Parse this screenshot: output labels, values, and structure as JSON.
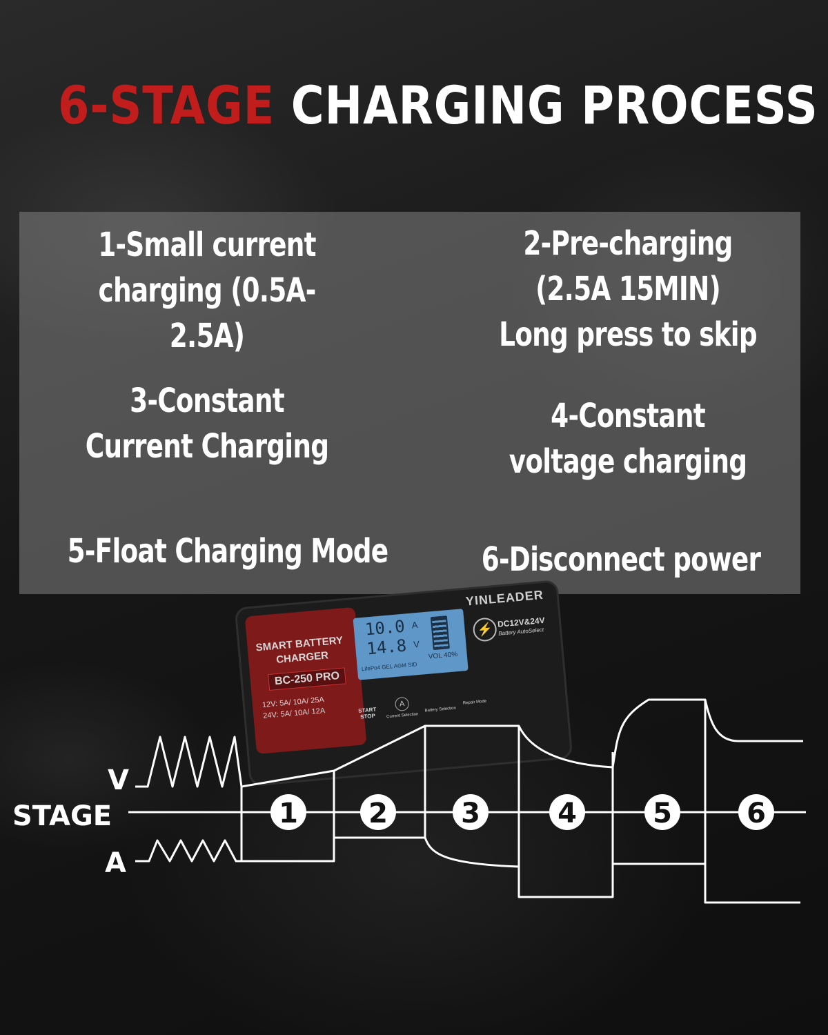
{
  "title": {
    "red_part": "6-STAGE",
    "white_part": "CHARGING PROCESS",
    "red_color": "#c21d1d"
  },
  "stages": {
    "s1": "1-Small current\ncharging  (0.5A-2.5A)",
    "s2": "2-Pre-charging\n(2.5A 15MIN)\nLong press to skip",
    "s3": "3-Constant\nCurrent Charging",
    "s4": "4-Constant\nvoltage charging",
    "s5": "5-Float Charging Mode",
    "s6": "6-Disconnect power"
  },
  "device": {
    "brand": "YINLEADER",
    "name_line1": "SMART BATTERY",
    "name_line2": "CHARGER",
    "model": "BC-250 PRO",
    "spec_12v": "12V: 5A/ 10A/ 25A",
    "spec_24v": "24V: 5A/ 10A/ 12A",
    "lcd_current": "10.0",
    "lcd_current_unit": "A",
    "lcd_voltage": "14.8",
    "lcd_voltage_unit": "V",
    "lcd_modes": "LifePo4  GEL  AGM  SID",
    "lcd_vol": "VOL 40%",
    "voltage_badge": "DC12V&24V",
    "autoselect": "Battery AutoSelect",
    "btn_start": "START\nSTOP",
    "btn_current": "Current Selection",
    "btn_battery": "Battery Selection",
    "btn_repair": "Repair Mode"
  },
  "diagram": {
    "label_v": "V",
    "label_stage": "STAGE",
    "label_a": "A",
    "stage_numbers": [
      "1",
      "2",
      "3",
      "4",
      "5",
      "6"
    ],
    "line_color": "#ffffff"
  }
}
